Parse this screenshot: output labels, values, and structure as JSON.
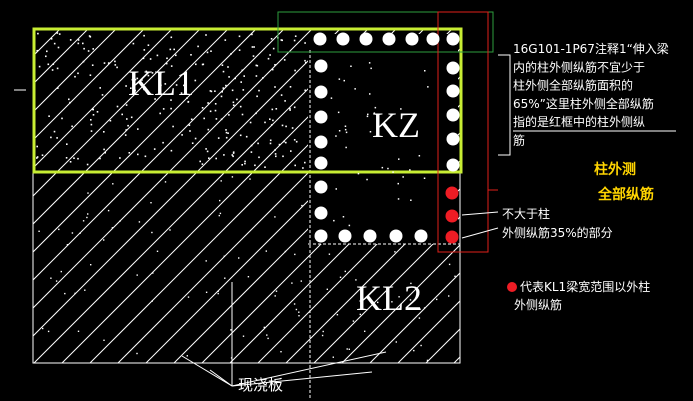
{
  "labels": {
    "kl1": "KL1",
    "kz": "KZ",
    "kl2": "KL2",
    "slab": "现浇板"
  },
  "note_top": [
    "16G101-1P67注释1“伸入梁",
    "内的柱外侧纵筋不宜少于",
    "柱外侧全部纵筋面积的",
    "65%”这里柱外侧全部纵筋",
    "指的是红框中的柱外侧纵",
    "筋"
  ],
  "note_yellow": [
    "柱外测",
    "全部纵筋"
  ],
  "note_small": [
    "不大于柱",
    "外侧纵筋35%的部分"
  ],
  "legend": [
    "代表KL1梁宽范围以外柱",
    "外侧纵筋"
  ],
  "colors": {
    "background": "#000000",
    "beam_outline": "#c8ee33",
    "red_frame": "#e0201a",
    "green_frame": "#2e9e3e",
    "rebar_white": "#ffffff",
    "rebar_red": "#ee1c24",
    "highlight_yellow": "#ffd400"
  }
}
